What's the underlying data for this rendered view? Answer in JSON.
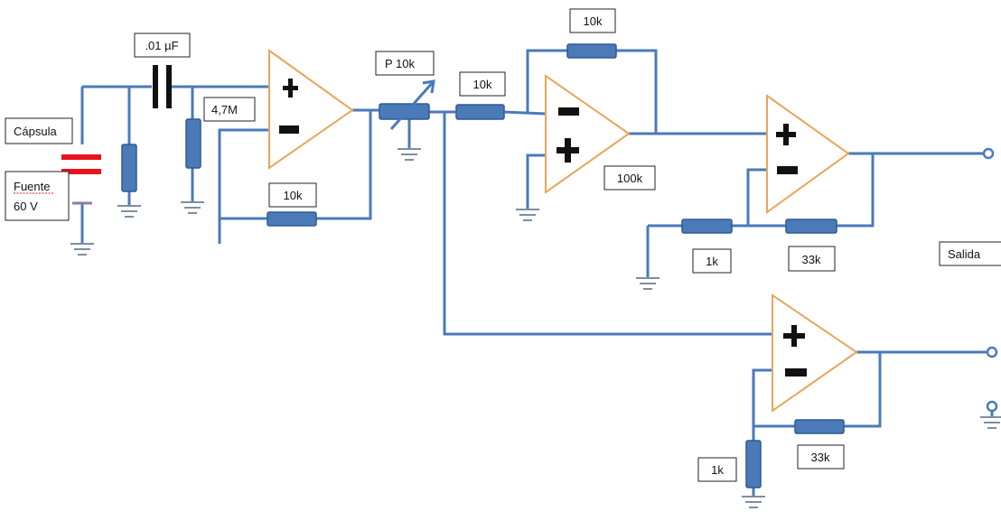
{
  "labels": {
    "cap": ".01 µF",
    "r_47m": "4,7M",
    "r_fb1": "10k",
    "pot": "P 10k",
    "r_in2": "10k",
    "r_fb2_top": "10k",
    "r_100k": "100k",
    "r_1k_a": "1k",
    "r_33k_a": "33k",
    "r_1k_b": "1k",
    "r_33k_b": "33k",
    "capsule": "Cápsula",
    "source_line1": "Fuente",
    "source_line2": "60 V",
    "output": "Salida"
  },
  "colors": {
    "wire": "#4a7ab8",
    "resistor": "#4a7ab8",
    "opamp_outline": "#e8a55a",
    "battery": "#e8121c",
    "ground": "#7f8e9c"
  },
  "symbols": {
    "plus": "plus-sign-icon",
    "minus": "minus-sign-icon",
    "ground": "ground-icon",
    "output_terminal": "terminal-icon"
  }
}
